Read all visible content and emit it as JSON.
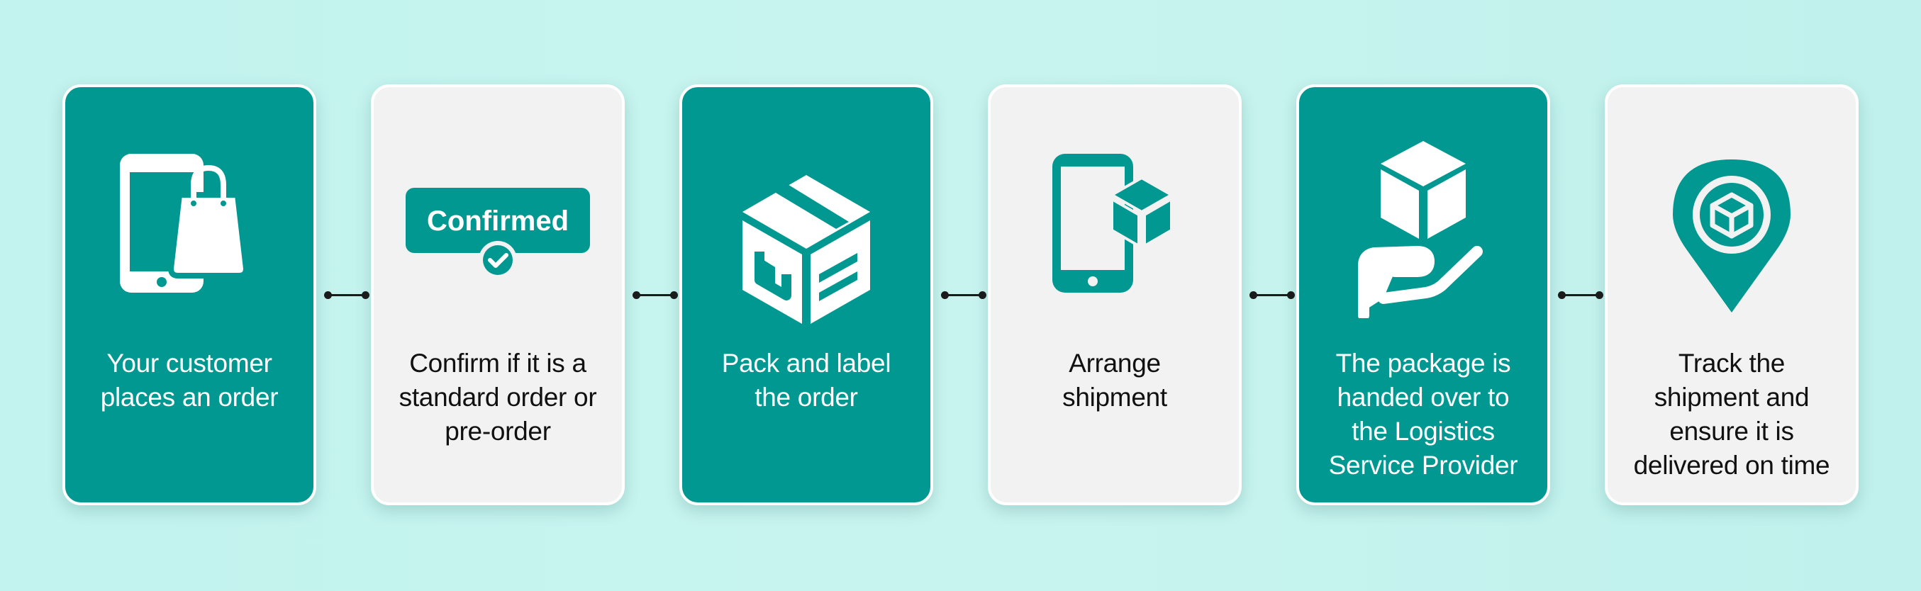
{
  "colors": {
    "background": "#c4f3ee",
    "teal": "#009890",
    "light_card": "#f1f2f1",
    "text_dark": "#111111",
    "text_light": "#ffffff"
  },
  "steps": [
    {
      "variant": "teal",
      "icon": "phone-shopping-bag-icon",
      "lines": [
        "Your customer",
        "places an order"
      ]
    },
    {
      "variant": "light",
      "icon": "confirmed-badge-icon",
      "badge_label": "Confirmed",
      "lines": [
        "Confirm if it is a",
        "standard order or",
        "pre-order"
      ]
    },
    {
      "variant": "teal",
      "icon": "package-box-icon",
      "lines": [
        "Pack and label",
        "the order"
      ]
    },
    {
      "variant": "light",
      "icon": "phone-package-icon",
      "lines": [
        "Arrange",
        "shipment"
      ]
    },
    {
      "variant": "teal",
      "icon": "hand-package-icon",
      "lines": [
        "The package is",
        "handed over to",
        "the Logistics",
        "Service Provider"
      ]
    },
    {
      "variant": "light",
      "icon": "location-pin-package-icon",
      "lines": [
        "Track the",
        "shipment and",
        "ensure it is",
        "delivered on time"
      ]
    }
  ]
}
